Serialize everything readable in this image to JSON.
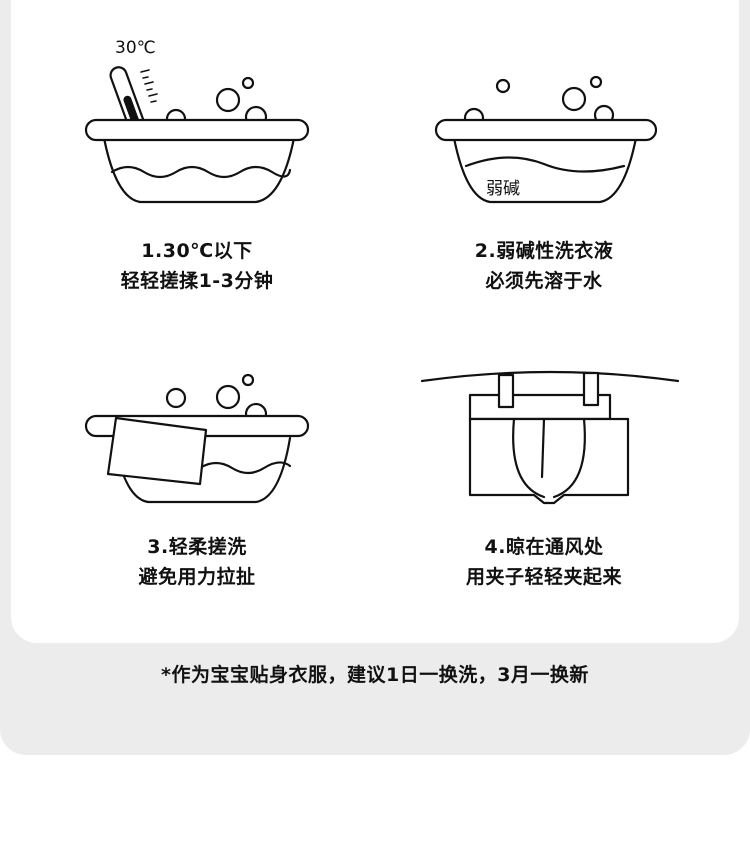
{
  "steps": [
    {
      "line1": "1.30℃以下",
      "line2": "轻轻搓揉1-3分钟",
      "icon": "basin-thermometer-icon",
      "temp_label": "30℃"
    },
    {
      "line1": "2.弱碱性洗衣液",
      "line2": "必须先溶于水",
      "icon": "basin-detergent-icon",
      "liquid_label": "弱碱"
    },
    {
      "line1": "3.轻柔搓洗",
      "line2": "避免用力拉扯",
      "icon": "basin-cloth-icon"
    },
    {
      "line1": "4.晾在通风处",
      "line2": "用夹子轻轻夹起来",
      "icon": "hanging-underwear-icon"
    }
  ],
  "footnote": "*作为宝宝贴身衣服，建议1日一换洗，3月一换新",
  "colors": {
    "outer_bg": "#ececec",
    "card_bg": "#ffffff",
    "stroke": "#111111"
  }
}
